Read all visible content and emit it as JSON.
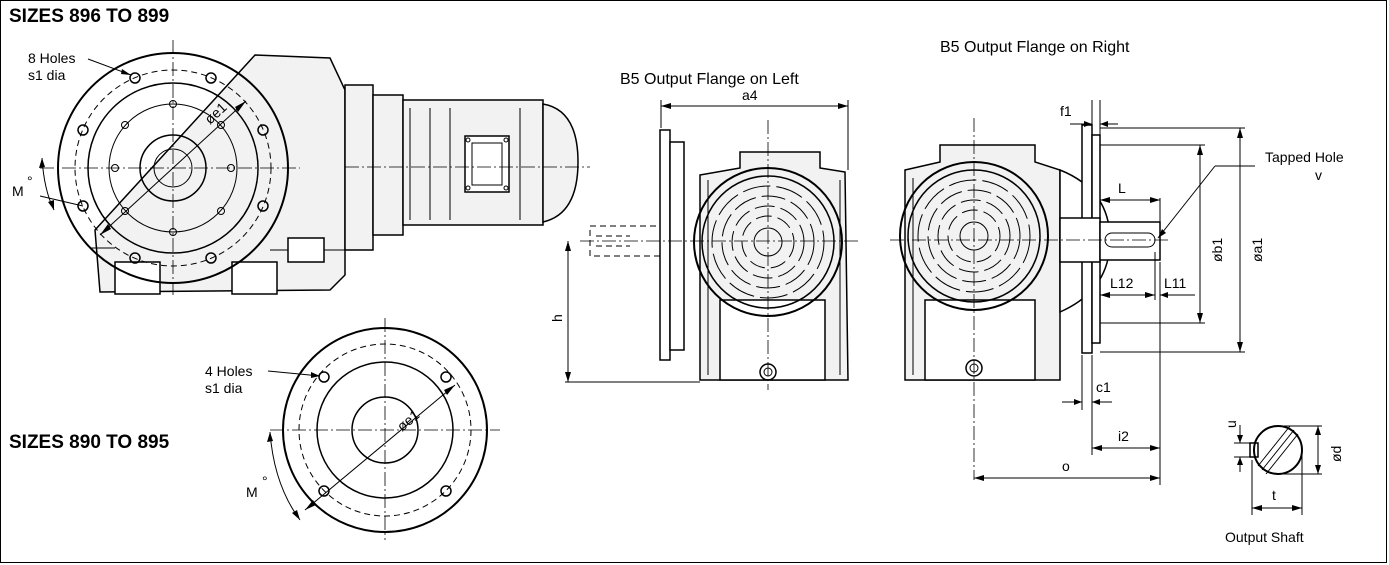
{
  "headings": {
    "sizes_large": "SIZES 896 TO 899",
    "sizes_small": "SIZES 890 TO 895"
  },
  "views": {
    "left_title": "B5 Output Flange on Left",
    "right_title": "B5 Output Flange on Right",
    "shaft_caption": "Output Shaft"
  },
  "callouts": {
    "holes_8_line1": "8 Holes",
    "holes_8_line2": "s1 dia",
    "holes_4_line1": "4 Holes",
    "holes_4_line2": "s1 dia",
    "tapped_line1": "Tapped Hole",
    "tapped_line2": "v"
  },
  "dimensions": {
    "e1": "øe1",
    "M": "M",
    "degree": "°",
    "a4": "a4",
    "h": "h",
    "f1": "f1",
    "L": "L",
    "L12": "L12",
    "L11": "L11",
    "b1": "øb1",
    "a1": "øa1",
    "c1": "c1",
    "i2": "i2",
    "o": "o",
    "u": "u",
    "d": "ød",
    "t": "t"
  }
}
